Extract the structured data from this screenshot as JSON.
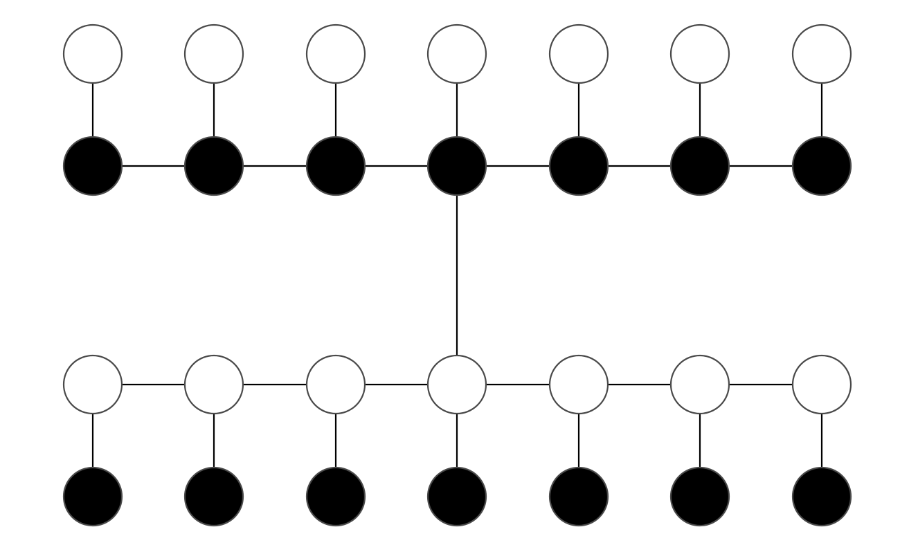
{
  "diagram": {
    "colors": {
      "filled": "#000000",
      "hollow": "#ffffff",
      "node_outline": "#4a4a4a",
      "edge": "#000000"
    },
    "rows": [
      {
        "id": "row1",
        "kind": "hollow",
        "count": 7
      },
      {
        "id": "row2",
        "kind": "filled",
        "count": 7
      },
      {
        "id": "row3",
        "kind": "hollow",
        "count": 7
      },
      {
        "id": "row4",
        "kind": "filled",
        "count": 7
      }
    ],
    "edge_groups": [
      {
        "type": "vertical-pairs",
        "from": "row1",
        "to": "row2"
      },
      {
        "type": "chain",
        "row": "row2"
      },
      {
        "type": "single",
        "from": "row2",
        "from_index": 3,
        "to": "row3",
        "to_index": 3
      },
      {
        "type": "chain",
        "row": "row3"
      },
      {
        "type": "vertical-pairs",
        "from": "row3",
        "to": "row4"
      }
    ]
  }
}
